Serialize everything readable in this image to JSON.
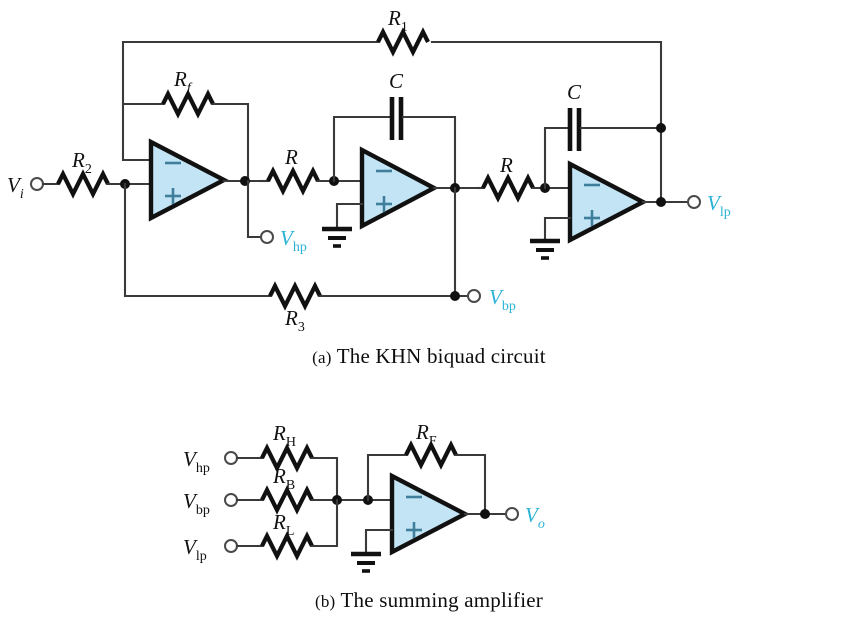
{
  "figure": {
    "title_a": "The KHN biquad circuit",
    "title_b": "The summing amplifier",
    "index_a": "(a)",
    "index_b": "(b)",
    "colors": {
      "opamp_fill": "#c3e4f4",
      "wire": "#3a3a3a",
      "signal_label": "#2bb3d6",
      "component": "#111111",
      "background": "#ffffff"
    }
  },
  "circuit_a": {
    "name": "KHN biquad circuit",
    "inputs": [
      {
        "label": "V",
        "sub": "i",
        "sub_style": "italic"
      }
    ],
    "outputs": [
      {
        "label": "V",
        "sub": "hp",
        "sub_style": "upright"
      },
      {
        "label": "V",
        "sub": "bp",
        "sub_style": "upright"
      },
      {
        "label": "V",
        "sub": "lp",
        "sub_style": "upright"
      }
    ],
    "resistors": [
      {
        "id": "R1",
        "label": "R",
        "sub": "1"
      },
      {
        "id": "Rf",
        "label": "R",
        "sub": "f",
        "sub_style": "italic"
      },
      {
        "id": "R2",
        "label": "R",
        "sub": "2"
      },
      {
        "id": "R3",
        "label": "R",
        "sub": "3"
      },
      {
        "id": "Ra",
        "label": "R",
        "sub": ""
      },
      {
        "id": "Rb",
        "label": "R",
        "sub": ""
      }
    ],
    "capacitors": [
      {
        "id": "C1",
        "label": "C"
      },
      {
        "id": "C2",
        "label": "C"
      }
    ],
    "opamps": [
      {
        "id": "A1",
        "minus": "−",
        "plus": "+",
        "minus_at": "top",
        "plus_at": "bottom",
        "role": "summer"
      },
      {
        "id": "A2",
        "minus": "−",
        "plus": "+",
        "minus_at": "top",
        "plus_at": "bottom",
        "role": "integrator-1"
      },
      {
        "id": "A3",
        "minus": "−",
        "plus": "+",
        "minus_at": "top",
        "plus_at": "bottom",
        "role": "integrator-2"
      }
    ],
    "grounds": 2
  },
  "circuit_b": {
    "name": "Summing amplifier",
    "inputs": [
      {
        "label": "V",
        "sub": "hp",
        "sub_style": "upright",
        "resistor": "RH"
      },
      {
        "label": "V",
        "sub": "bp",
        "sub_style": "upright",
        "resistor": "RB"
      },
      {
        "label": "V",
        "sub": "lp",
        "sub_style": "upright",
        "resistor": "RL"
      }
    ],
    "outputs": [
      {
        "label": "V",
        "sub": "o",
        "sub_style": "italic"
      }
    ],
    "resistors": [
      {
        "id": "RH",
        "label": "R",
        "sub": "H"
      },
      {
        "id": "RB",
        "label": "R",
        "sub": "B"
      },
      {
        "id": "RL",
        "label": "R",
        "sub": "L"
      },
      {
        "id": "RF",
        "label": "R",
        "sub": "F"
      }
    ],
    "opamps": [
      {
        "id": "A4",
        "minus": "−",
        "plus": "+",
        "minus_at": "top",
        "plus_at": "bottom",
        "role": "inverting-summer"
      }
    ],
    "grounds": 1
  }
}
